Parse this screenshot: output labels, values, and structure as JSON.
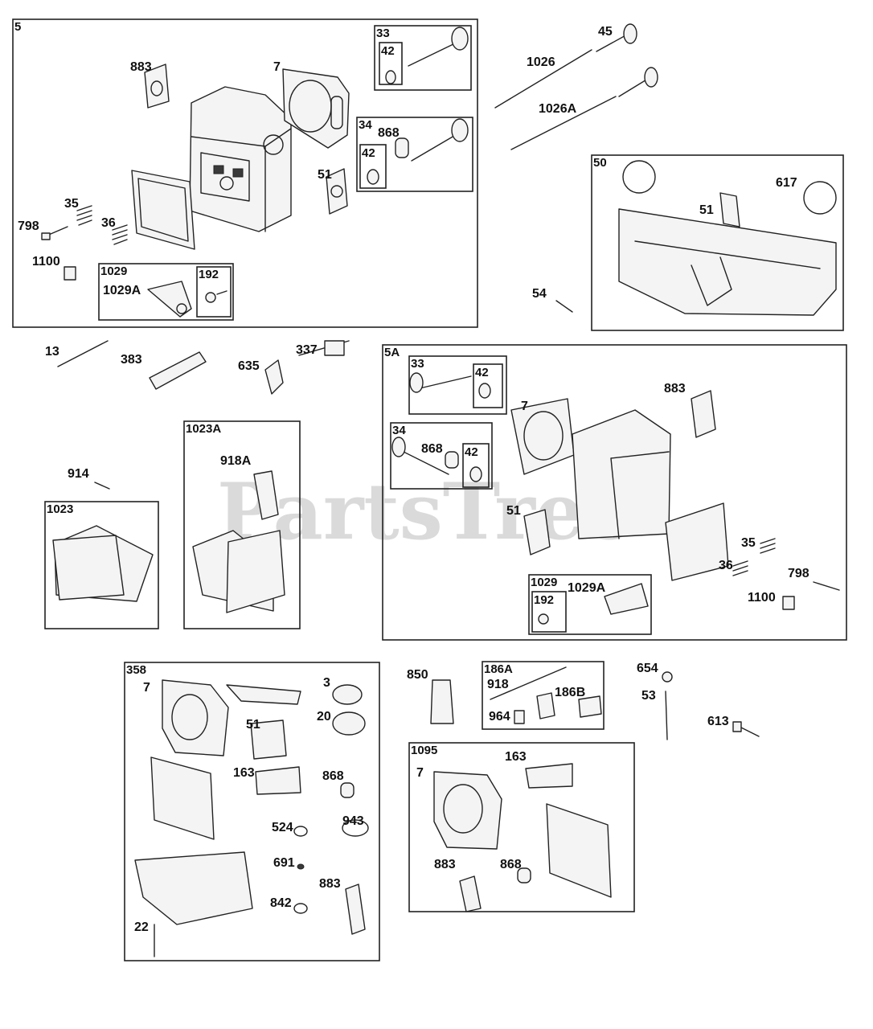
{
  "watermark": "PartsTree",
  "groups": [
    {
      "id": "g5",
      "tag": "5"
    },
    {
      "id": "g33a",
      "tag": "33"
    },
    {
      "id": "g42a",
      "tag": "42"
    },
    {
      "id": "g34a",
      "tag": "34"
    },
    {
      "id": "g42b",
      "tag": "42"
    },
    {
      "id": "g1029a",
      "tag": "1029"
    },
    {
      "id": "g192a",
      "tag": "192"
    },
    {
      "id": "g50",
      "tag": "50"
    },
    {
      "id": "g5A",
      "tag": "5A"
    },
    {
      "id": "g33b",
      "tag": "33"
    },
    {
      "id": "g42c",
      "tag": "42"
    },
    {
      "id": "g34b",
      "tag": "34"
    },
    {
      "id": "g42d",
      "tag": "42"
    },
    {
      "id": "g1029b",
      "tag": "1029"
    },
    {
      "id": "g192b",
      "tag": "192"
    },
    {
      "id": "g1023A",
      "tag": "1023A"
    },
    {
      "id": "g1023",
      "tag": "1023"
    },
    {
      "id": "g358",
      "tag": "358"
    },
    {
      "id": "g186A",
      "tag": "186A"
    },
    {
      "id": "g1095",
      "tag": "1095"
    }
  ],
  "parts": [
    "883",
    "7",
    "868",
    "51",
    "35",
    "798",
    "36",
    "1100",
    "1029A",
    "45",
    "1026",
    "1026A",
    "617",
    "51",
    "54",
    "13",
    "383",
    "635",
    "337",
    "7",
    "883",
    "868",
    "51",
    "35",
    "36",
    "798",
    "1100",
    "1029A",
    "914",
    "918A",
    "7",
    "3",
    "51",
    "20",
    "163",
    "868",
    "524",
    "943",
    "691",
    "883",
    "842",
    "22",
    "850",
    "918",
    "186B",
    "964",
    "654",
    "53",
    "613",
    "7",
    "163",
    "883",
    "868"
  ]
}
